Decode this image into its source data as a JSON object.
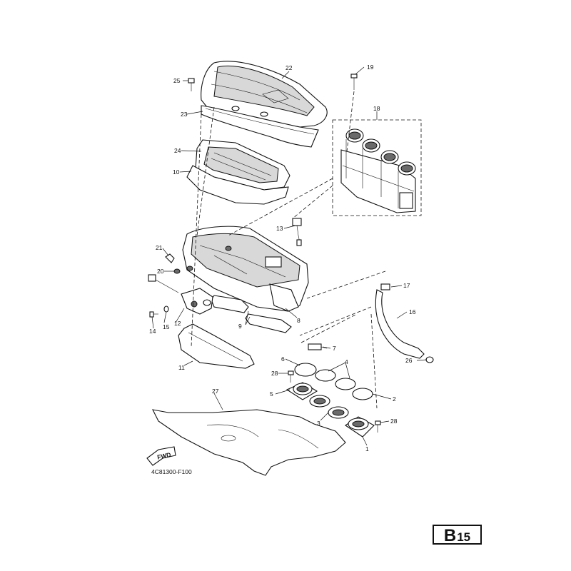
{
  "diagram": {
    "drawing_code": "4C81300-F100",
    "forward_label": "FWD",
    "page_code": {
      "letter": "B",
      "number": "15"
    },
    "callouts": [
      "1",
      "2",
      "3",
      "4",
      "5",
      "6",
      "7",
      "8",
      "9",
      "10",
      "11",
      "12",
      "13",
      "14",
      "15",
      "16",
      "17",
      "18",
      "19",
      "20",
      "21",
      "22",
      "23",
      "24",
      "25",
      "26",
      "27",
      "28",
      "28"
    ]
  },
  "parts": [
    "throttle-body-joint",
    "hose-clamp",
    "throttle-body-joint",
    "hose-clamp",
    "hose-clamp",
    "hose-clamp",
    "sensor",
    "air-filter-case-lower",
    "joint-seal",
    "element",
    "duct",
    "bracket",
    "connector",
    "bolt",
    "washer",
    "breather-hose",
    "clip",
    "throttle-body-assy",
    "bolt",
    "grommet",
    "clamp",
    "air-filter-case-cover",
    "seal",
    "element-holder",
    "bolt",
    "clip",
    "plate",
    "screw"
  ]
}
